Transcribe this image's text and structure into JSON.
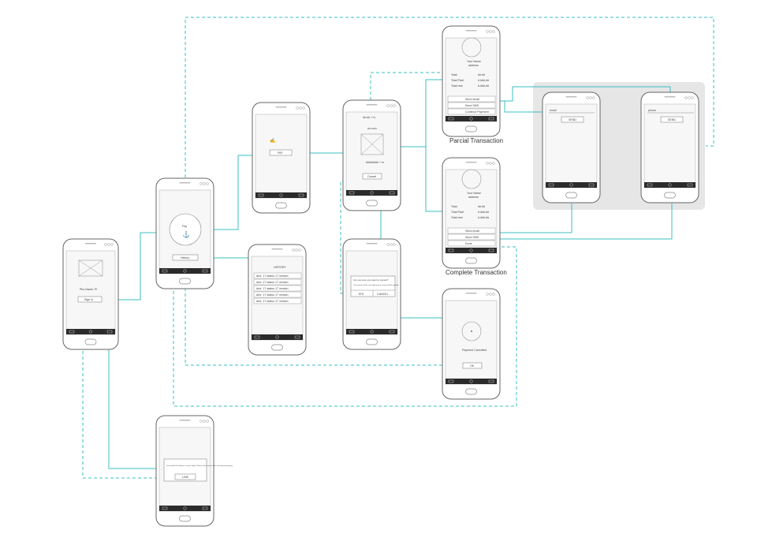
{
  "diagram": {
    "colors": {
      "link": "#3bbfc2",
      "phone_outline": "#666666",
      "phone_body": "#ffffff",
      "screen_bg": "#f7f7f7",
      "nav_bar": "#2b2b2b",
      "group_bg": "#e6e6e6"
    },
    "captions": {
      "parcial": "Parcial Transaction",
      "complete": "Complete Transaction"
    },
    "screens": {
      "login": {
        "name_label": "Pho Name: Pi",
        "button": "Sign In"
      },
      "main": {
        "center_label": "Pay",
        "history_button": "History"
      },
      "amount": {
        "button": "PAY"
      },
      "history": {
        "title": "HISTORY",
        "rows": [
          "Amt. 17 status 17 version",
          "Amt. 17 status 17 version",
          "Amt. 17 status 17 version",
          "Amt. 17 status 17 version",
          "Amt. 17 status 17 version"
        ]
      },
      "qr": {
        "top": "##.## ++s",
        "middle": "us.com",
        "bottom": "######## ++s",
        "button": "Cancel"
      },
      "confirm": {
        "title": "Are you sure you want to cancel?",
        "body": "The transfer will be cancelled and no charge will be applied",
        "yes": "YES",
        "no": "CANCEL"
      },
      "cancelled": {
        "label": "Payment Cancelled",
        "button": "OK"
      },
      "parcial": {
        "header": "Your Name",
        "subheader": "address",
        "rows": [
          [
            "Total",
            "##.##"
          ],
          [
            "Total Paid",
            "#.###,##"
          ],
          [
            "Total rest",
            "#.###,##"
          ]
        ],
        "actions": [
          "Send email",
          "Send SMS",
          "Continue Payment"
        ]
      },
      "complete": {
        "header": "Your Name",
        "subheader": "address",
        "rows": [
          [
            "Total",
            "##.##"
          ],
          [
            "Total Paid",
            "#.###,##"
          ],
          [
            "Total rest",
            "#.###,##"
          ]
        ],
        "actions": [
          "Send email",
          "Send SMS",
          "Done"
        ]
      },
      "email": {
        "field": "email",
        "button": "SEND"
      },
      "sms": {
        "field": "phone",
        "button": "SEND"
      },
      "register": {
        "message": "Your profile Pho Name is not yet linked. Please link it now to start receiving and paying.",
        "button": "LINK"
      }
    }
  }
}
